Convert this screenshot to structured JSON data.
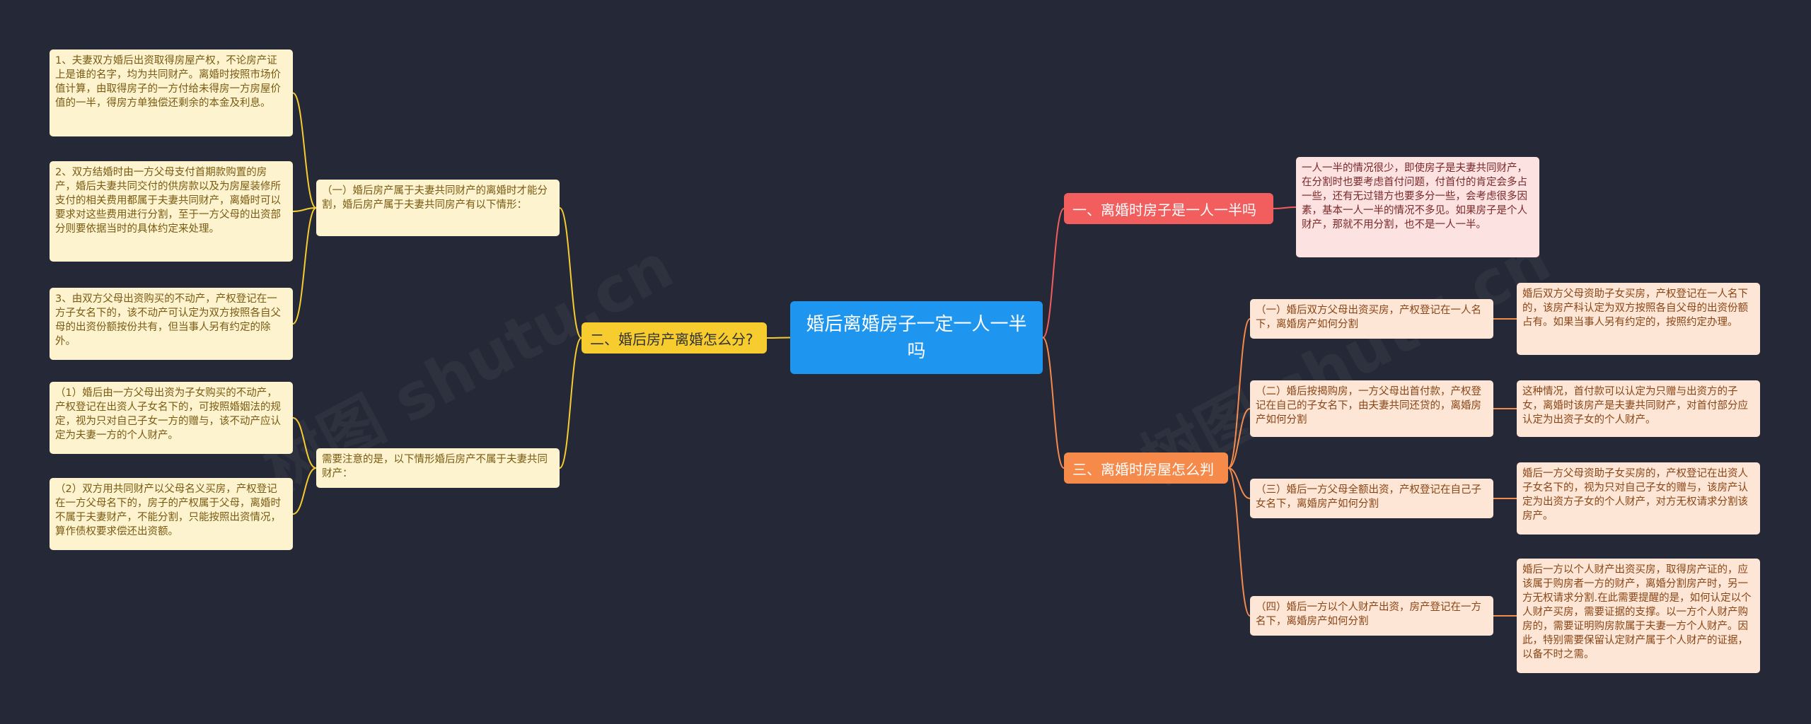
{
  "root": {
    "label": "婚后离婚房子一定一人一半吗"
  },
  "watermarks": [
    "树图 shutu.cn",
    "树图 shutu.cn"
  ],
  "colors": {
    "background": "#252836",
    "root": "#1e96f0",
    "branch1": "#f25d5d",
    "branch2": "#f7cc2e",
    "branch3": "#f58a4a"
  },
  "branch1": {
    "label": "一、离婚时房子是一人一半吗",
    "detail": "一人一半的情况很少，即使房子是夫妻共同财产，在分割时也要考虑首付问题，付首付的肯定会多占一些，还有无过错方也要多分一些，会考虑很多因素，基本一人一半的情况不多见。如果房子是个人财产，那就不用分割，也不是一人一半。"
  },
  "branch2": {
    "label": "二、婚后房产离婚怎么分?",
    "sub1": {
      "label": "（一）婚后房产属于夫妻共同财产的离婚时才能分割，婚后房产属于夫妻共同房产有以下情形：",
      "items": [
        "1、夫妻双方婚后出资取得房屋产权，不论房产证上是谁的名字，均为共同财产。离婚时按照市场价值计算，由取得房子的一方付给未得房一方房屋价值的一半，得房方单独偿还剩余的本金及利息。",
        "2、双方结婚时由一方父母支付首期款购置的房产，婚后夫妻共同交付的供房款以及为房屋装修所支付的相关费用都属于夫妻共同财产，离婚时可以要求对这些费用进行分割，至于一方父母的出资部分则要依据当时的具体约定来处理。",
        "3、由双方父母出资购买的不动产，产权登记在一方子女名下的，该不动产可认定为双方按照各自父母的出资份额按份共有，但当事人另有约定的除外。"
      ]
    },
    "sub2": {
      "label": "需要注意的是，以下情形婚后房产不属于夫妻共同财产：",
      "items": [
        "（1）婚后由一方父母出资为子女购买的不动产，产权登记在出资人子女名下的，可按照婚姻法的规定，视为只对自己子女一方的赠与，该不动产应认定为夫妻一方的个人财产。",
        "（2）双方用共同财产以父母名义买房，产权登记在一方父母名下的，房子的产权属于父母，离婚时不属于夫妻财产，不能分割，只能按照出资情况，算作债权要求偿还出资额。"
      ]
    }
  },
  "branch3": {
    "label": "三、离婚时房屋怎么判",
    "items": [
      {
        "q": "（一）婚后双方父母出资买房，产权登记在一人名下，离婚房产如何分割",
        "a": "婚后双方父母资助子女买房，产权登记在一人名下的，该房产科认定为双方按照各自父母的出资份额占有。如果当事人另有约定的，按照约定办理。"
      },
      {
        "q": "（二）婚后按揭购房，一方父母出首付款，产权登记在自己的子女名下，由夫妻共同还贷的，离婚房产如何分割",
        "a": "这种情况，首付款可以认定为只赠与出资方的子女，离婚时该房产是夫妻共同财产，对首付部分应认定为出资子女的个人财产。"
      },
      {
        "q": "（三）婚后一方父母全额出资，产权登记在自己子女名下，离婚房产如何分割",
        "a": "婚后一方父母资助子女买房的，产权登记在出资人子女名下的，视为只对自己子女的赠与，该房产认定为出资方子女的个人财产，对方无权请求分割该房产。"
      },
      {
        "q": "（四）婚后一方以个人财产出资，房产登记在一方名下，离婚房产如何分割",
        "a": "婚后一方以个人财产出资买房，取得房产证的，应该属于购房者一方的财产，离婚分割房产时，另一方无权请求分割.在此需要提醒的是，如何认定以个人财产买房，需要证据的支撑。以一方个人财产购房的，需要证明购房款属于夫妻一方个人财产。因此，特别需要保留认定财产属于个人财产的证据，以备不时之需。"
      }
    ]
  }
}
